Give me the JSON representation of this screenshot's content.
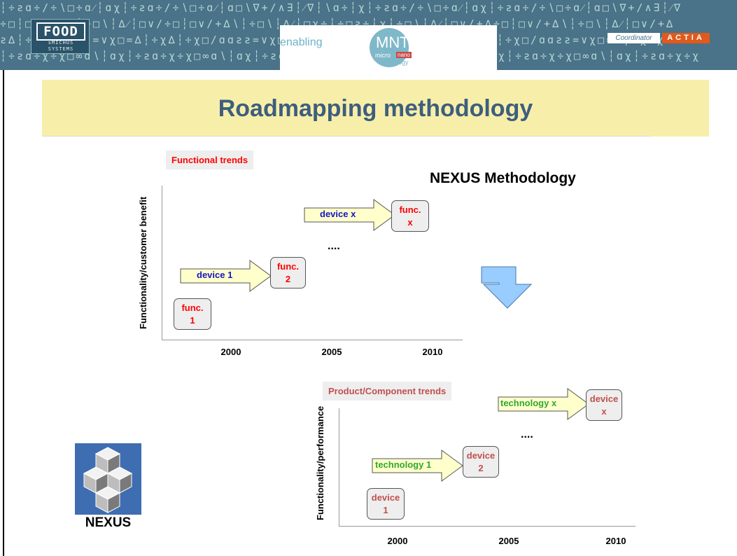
{
  "header": {
    "logo_food_text": "FOOD",
    "logo_food_sub1": "ѕMICHUS",
    "logo_food_sub2": "SYSTEMS",
    "enabling_text": "enabling",
    "mnt_text": "MNT",
    "micro_text": "micro",
    "nano_text": "nano",
    "technology_text": "technology",
    "coordinator_text": "Coordinator",
    "actia_text": "ACTIA"
  },
  "slide": {
    "title": "Roadmapping methodology",
    "heading": "NEXUS Methodology"
  },
  "upper_chart": {
    "trend_label": "Functional trends",
    "y_axis_label": "Functionality/customer benefit",
    "x_ticks": [
      "2000",
      "2005",
      "2010"
    ],
    "boxes": [
      {
        "line1": "func.",
        "line2": "1"
      },
      {
        "line1": "func.",
        "line2": "2"
      },
      {
        "line1": "func.",
        "line2": "x"
      }
    ],
    "arrows": [
      "device 1",
      "device x"
    ],
    "ellipsis": "...."
  },
  "lower_chart": {
    "trend_label": "Product/Component trends",
    "y_axis_label": "Functionality/performance",
    "x_ticks": [
      "2000",
      "2005",
      "2010"
    ],
    "boxes": [
      {
        "line1": "device",
        "line2": "1"
      },
      {
        "line1": "device",
        "line2": "2"
      },
      {
        "line1": "device",
        "line2": "x"
      }
    ],
    "arrows": [
      "technology 1",
      "technology x"
    ],
    "ellipsis": "...."
  },
  "logo": {
    "nexus_text": "NEXUS"
  },
  "colors": {
    "banner": "#4a7288",
    "title_band": "#f7efa9",
    "title_text": "#3e5e7e",
    "func_text": "#ff0000",
    "device_arrow_text": "#1515c0",
    "device_box_text": "#c0504d",
    "technology_text": "#2ea82e",
    "arrow_fill": "#ffffcc",
    "down_arrow": "#99ccff"
  }
}
